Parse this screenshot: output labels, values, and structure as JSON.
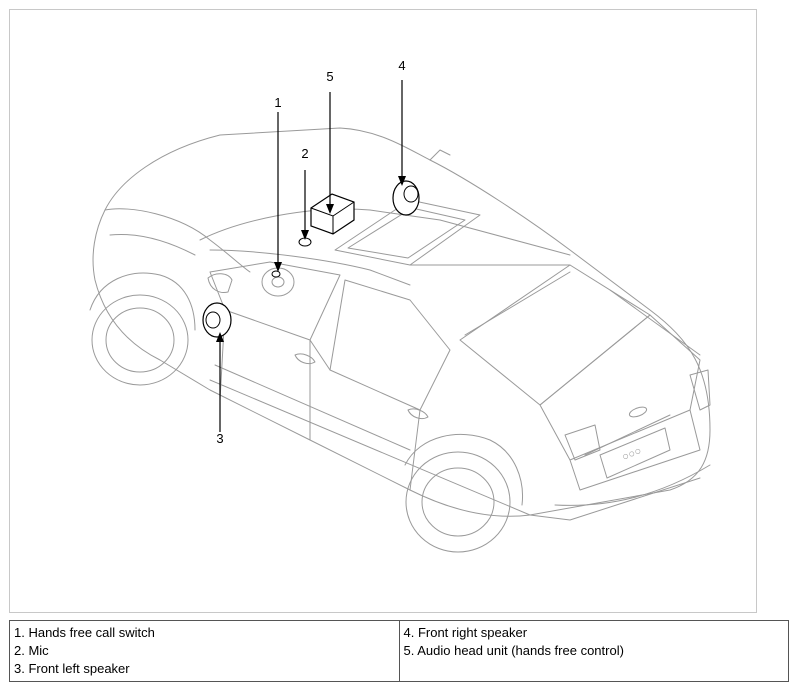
{
  "callouts": [
    {
      "id": "1",
      "text": "1"
    },
    {
      "id": "2",
      "text": "2"
    },
    {
      "id": "3",
      "text": "3"
    },
    {
      "id": "4",
      "text": "4"
    },
    {
      "id": "5",
      "text": "5"
    }
  ],
  "legend": {
    "left": [
      "1. Hands free call switch",
      "2. Mic",
      "3. Front left speaker"
    ],
    "right": [
      "4. Front right speaker",
      "5. Audio head unit (hands free control)"
    ]
  }
}
